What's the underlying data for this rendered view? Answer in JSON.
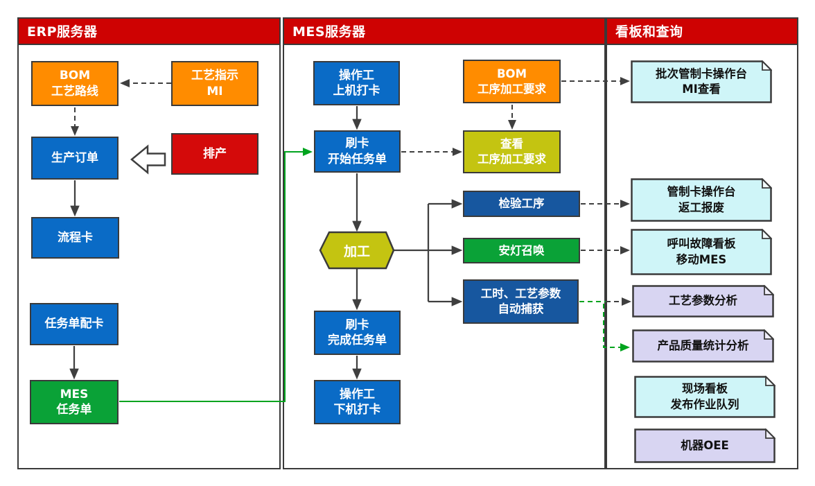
{
  "panels": {
    "erp": {
      "title": "ERP服务器"
    },
    "mes": {
      "title": "MES服务器"
    },
    "kanban": {
      "title": "看板和查询"
    }
  },
  "nodes": {
    "bom_route": {
      "label": "BOM\n工艺路线"
    },
    "process_instruction": {
      "label": "工艺指示\nMI"
    },
    "production_order": {
      "label": "生产订单"
    },
    "scheduling": {
      "label": "排产"
    },
    "flow_card": {
      "label": "流程卡"
    },
    "task_order_card": {
      "label": "任务单配卡"
    },
    "mes_task_order": {
      "label": "MES\n任务单"
    },
    "operator_clock_in": {
      "label": "操作工\n上机打卡"
    },
    "swipe_start_task": {
      "label": "刷卡\n开始任务单"
    },
    "bom_process_req": {
      "label": "BOM\n工序加工要求"
    },
    "view_process_req": {
      "label": "查看\n工序加工要求"
    },
    "inspection_process": {
      "label": "检验工序"
    },
    "processing": {
      "label": "加工"
    },
    "andon_call": {
      "label": "安灯召唤"
    },
    "auto_capture": {
      "label": "工时、工艺参数\n自动捕获"
    },
    "swipe_finish_task": {
      "label": "刷卡\n完成任务单"
    },
    "operator_clock_out": {
      "label": "操作工\n下机打卡"
    }
  },
  "docs": {
    "batch_control_card": {
      "label": "批次管制卡操作台\nMI查看"
    },
    "control_card_rework": {
      "label": "管制卡操作台\n返工报废"
    },
    "fault_kanban": {
      "label": "呼叫故障看板\n移动MES"
    },
    "process_param_analysis": {
      "label": "工艺参数分析"
    },
    "quality_stats": {
      "label": "产品质量统计分析"
    },
    "site_kanban": {
      "label": "现场看板\n发布作业队列"
    },
    "machine_oee": {
      "label": "机器OEE"
    }
  },
  "colors": {
    "header_red": "#CE0202",
    "box_red": "#D40A0A",
    "box_orange": "#FF8C00",
    "box_blue": "#0A6BC6",
    "box_dark_blue": "#17579F",
    "box_green": "#0AA237",
    "box_olive_yellow": "#C4C411",
    "doc_cyan": "#CFF5F8",
    "doc_purple": "#D8D5F2",
    "connector_dark": "#3F3F3F",
    "connector_green": "#00A41E",
    "border_dark": "#3A3A3A"
  }
}
